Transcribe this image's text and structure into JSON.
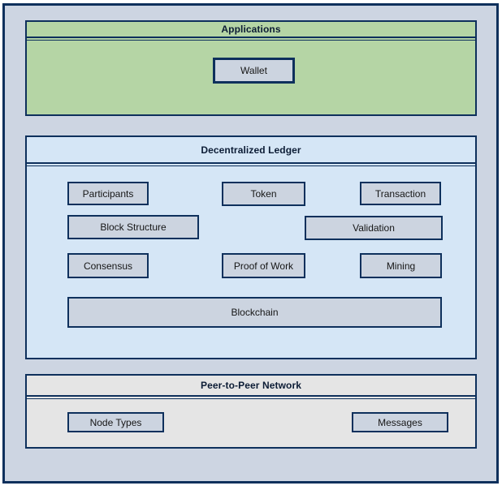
{
  "diagram": {
    "layers": [
      {
        "title": "Applications",
        "fill": "#b5d5a5",
        "items": [
          "Wallet"
        ]
      },
      {
        "title": "Decentralized Ledger",
        "fill": "#d5e6f6",
        "items": [
          "Participants",
          "Token",
          "Transaction",
          "Block Structure",
          "Validation",
          "Consensus",
          "Proof of Work",
          "Mining",
          "Blockchain"
        ]
      },
      {
        "title": "Peer-to-Peer Network",
        "fill": "#e5e5e5",
        "items": [
          "Node Types",
          "Messages"
        ]
      }
    ],
    "colors": {
      "border": "#0e305c",
      "canvas_background": "#cdd5e2",
      "node_fill": "#ccd4e0"
    }
  }
}
